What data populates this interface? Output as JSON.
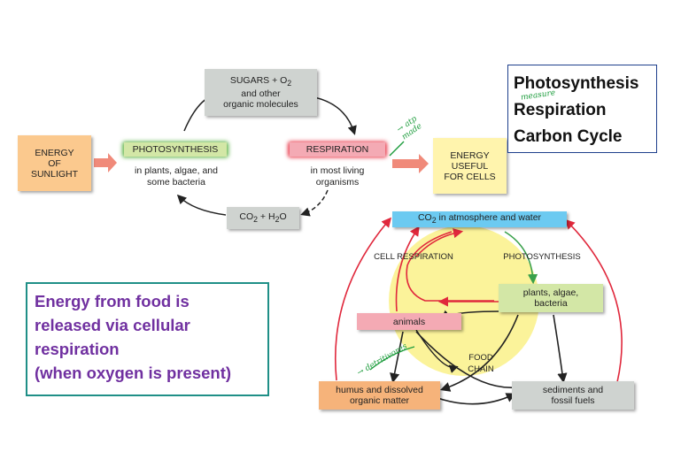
{
  "topics": [
    "Photosynthesis",
    "Respiration",
    "Carbon Cycle"
  ],
  "energy_note": [
    "Energy from food is",
    "released via cellular",
    "respiration",
    "(when oxygen is present)"
  ],
  "top_diagram": {
    "sunlight": "ENERGY\nOF\nSUNLIGHT",
    "sugars_line1": "SUGARS + O",
    "sugars_sub": "2",
    "sugars_rest": "and other\norganic molecules",
    "photosynthesis": "PHOTOSYNTHESIS",
    "photosynthesis_sub": "in plants, algae, and\nsome bacteria",
    "respiration": "RESPIRATION",
    "respiration_sub": "in most living\norganisms",
    "energy_useful": "ENERGY\nUSEFUL\nFOR CELLS",
    "co2_a": "CO",
    "co2_sub": "2",
    "co2_b": " + H",
    "h2o_sub": "2",
    "co2_c": "O"
  },
  "carbon_cycle": {
    "atmos_a": "CO",
    "atmos_sub": "2",
    "atmos_b": " in atmosphere and water",
    "cell_respiration": "CELL RESPIRATION",
    "photosynthesis": "PHOTOSYNTHESIS",
    "plants": "plants, algae,\nbacteria",
    "animals": "animals",
    "food_chain": "FOOD\nCHAIN",
    "humus": "humus and dissolved\norganic matter",
    "sediments": "sediments and\nfossil fuels"
  },
  "annotations": {
    "respiration_note": "measure",
    "atp_note": "→ atp\nmade",
    "detritivore_note": "→ detritivores"
  },
  "colors": {
    "gray_box": "#cfd3d0",
    "photo_green": "#d3e7a6",
    "resp_pink": "#f4aab4",
    "energy_yellow": "#fff4ad",
    "sunlight_orange": "#fbc98e",
    "co2_blue": "#6ccaf1",
    "circle_yellow": "#fbf39a",
    "humus_orange": "#f6b37a",
    "arrow_red": "#e0283c",
    "arrow_dark": "#222222",
    "arrow_salmon": "#f08a7a",
    "hw_green": "#1c9c3c"
  }
}
